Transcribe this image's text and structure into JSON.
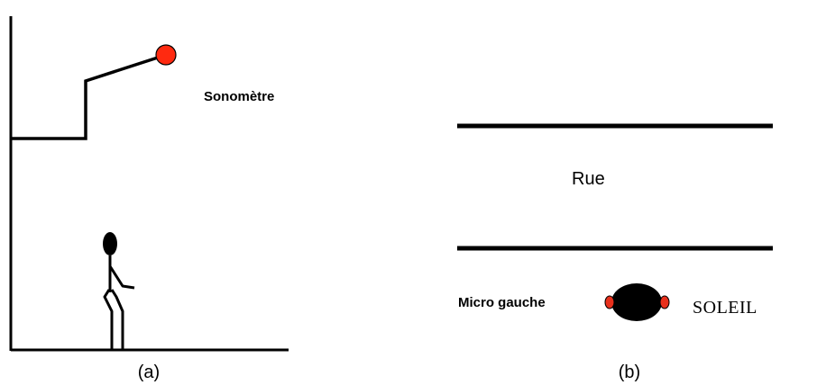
{
  "panel_a": {
    "label": "Sonomètre",
    "caption": "(a)",
    "sonometer_color": "#ff2a10"
  },
  "panel_b": {
    "street_label": "Rue",
    "mic_label": "Micro gauche",
    "head_label": "SOLEIL",
    "caption": "(b)",
    "mic_color": "#e8301c"
  },
  "icons": {
    "sonometer": "red-dot-icon",
    "person": "stick-figure-icon",
    "head": "head-with-mics-icon"
  }
}
